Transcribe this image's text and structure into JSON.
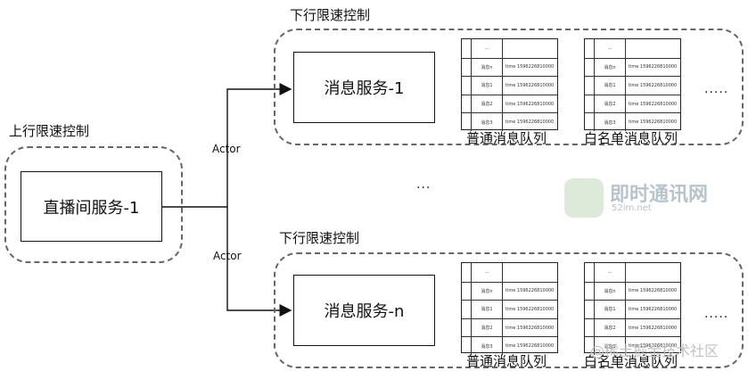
{
  "upstream_label": "上行限速控制",
  "live_service": "直播间服务-1",
  "downstream_top_label": "下行限速控制",
  "downstream_bottom_label": "下行限速控制",
  "msg_service_top": "消息服务-1",
  "msg_service_bottom": "消息服务-n",
  "actor_top": "Actor",
  "actor_bottom": "Actor",
  "middle_ellipsis": "...",
  "queue_normal_label": "普通消息队列",
  "queue_whitelist_label": "白名单消息队列",
  "queue_more": ".....",
  "queue_rows": [
    {
      "c2": "...",
      "c3": ""
    },
    {
      "c2": "消息n",
      "c3": "time 1596226810000"
    },
    {
      "c2": "消息1",
      "c3": "time 1596226810000"
    },
    {
      "c2": "消息2",
      "c3": "time 1596226810000"
    },
    {
      "c2": "消息3",
      "c3": "time 1596226810000"
    }
  ],
  "watermark_brand": "即时通讯网",
  "watermark_sub": "52im.net",
  "watermark_corner": "@稀土掘金技术社区"
}
